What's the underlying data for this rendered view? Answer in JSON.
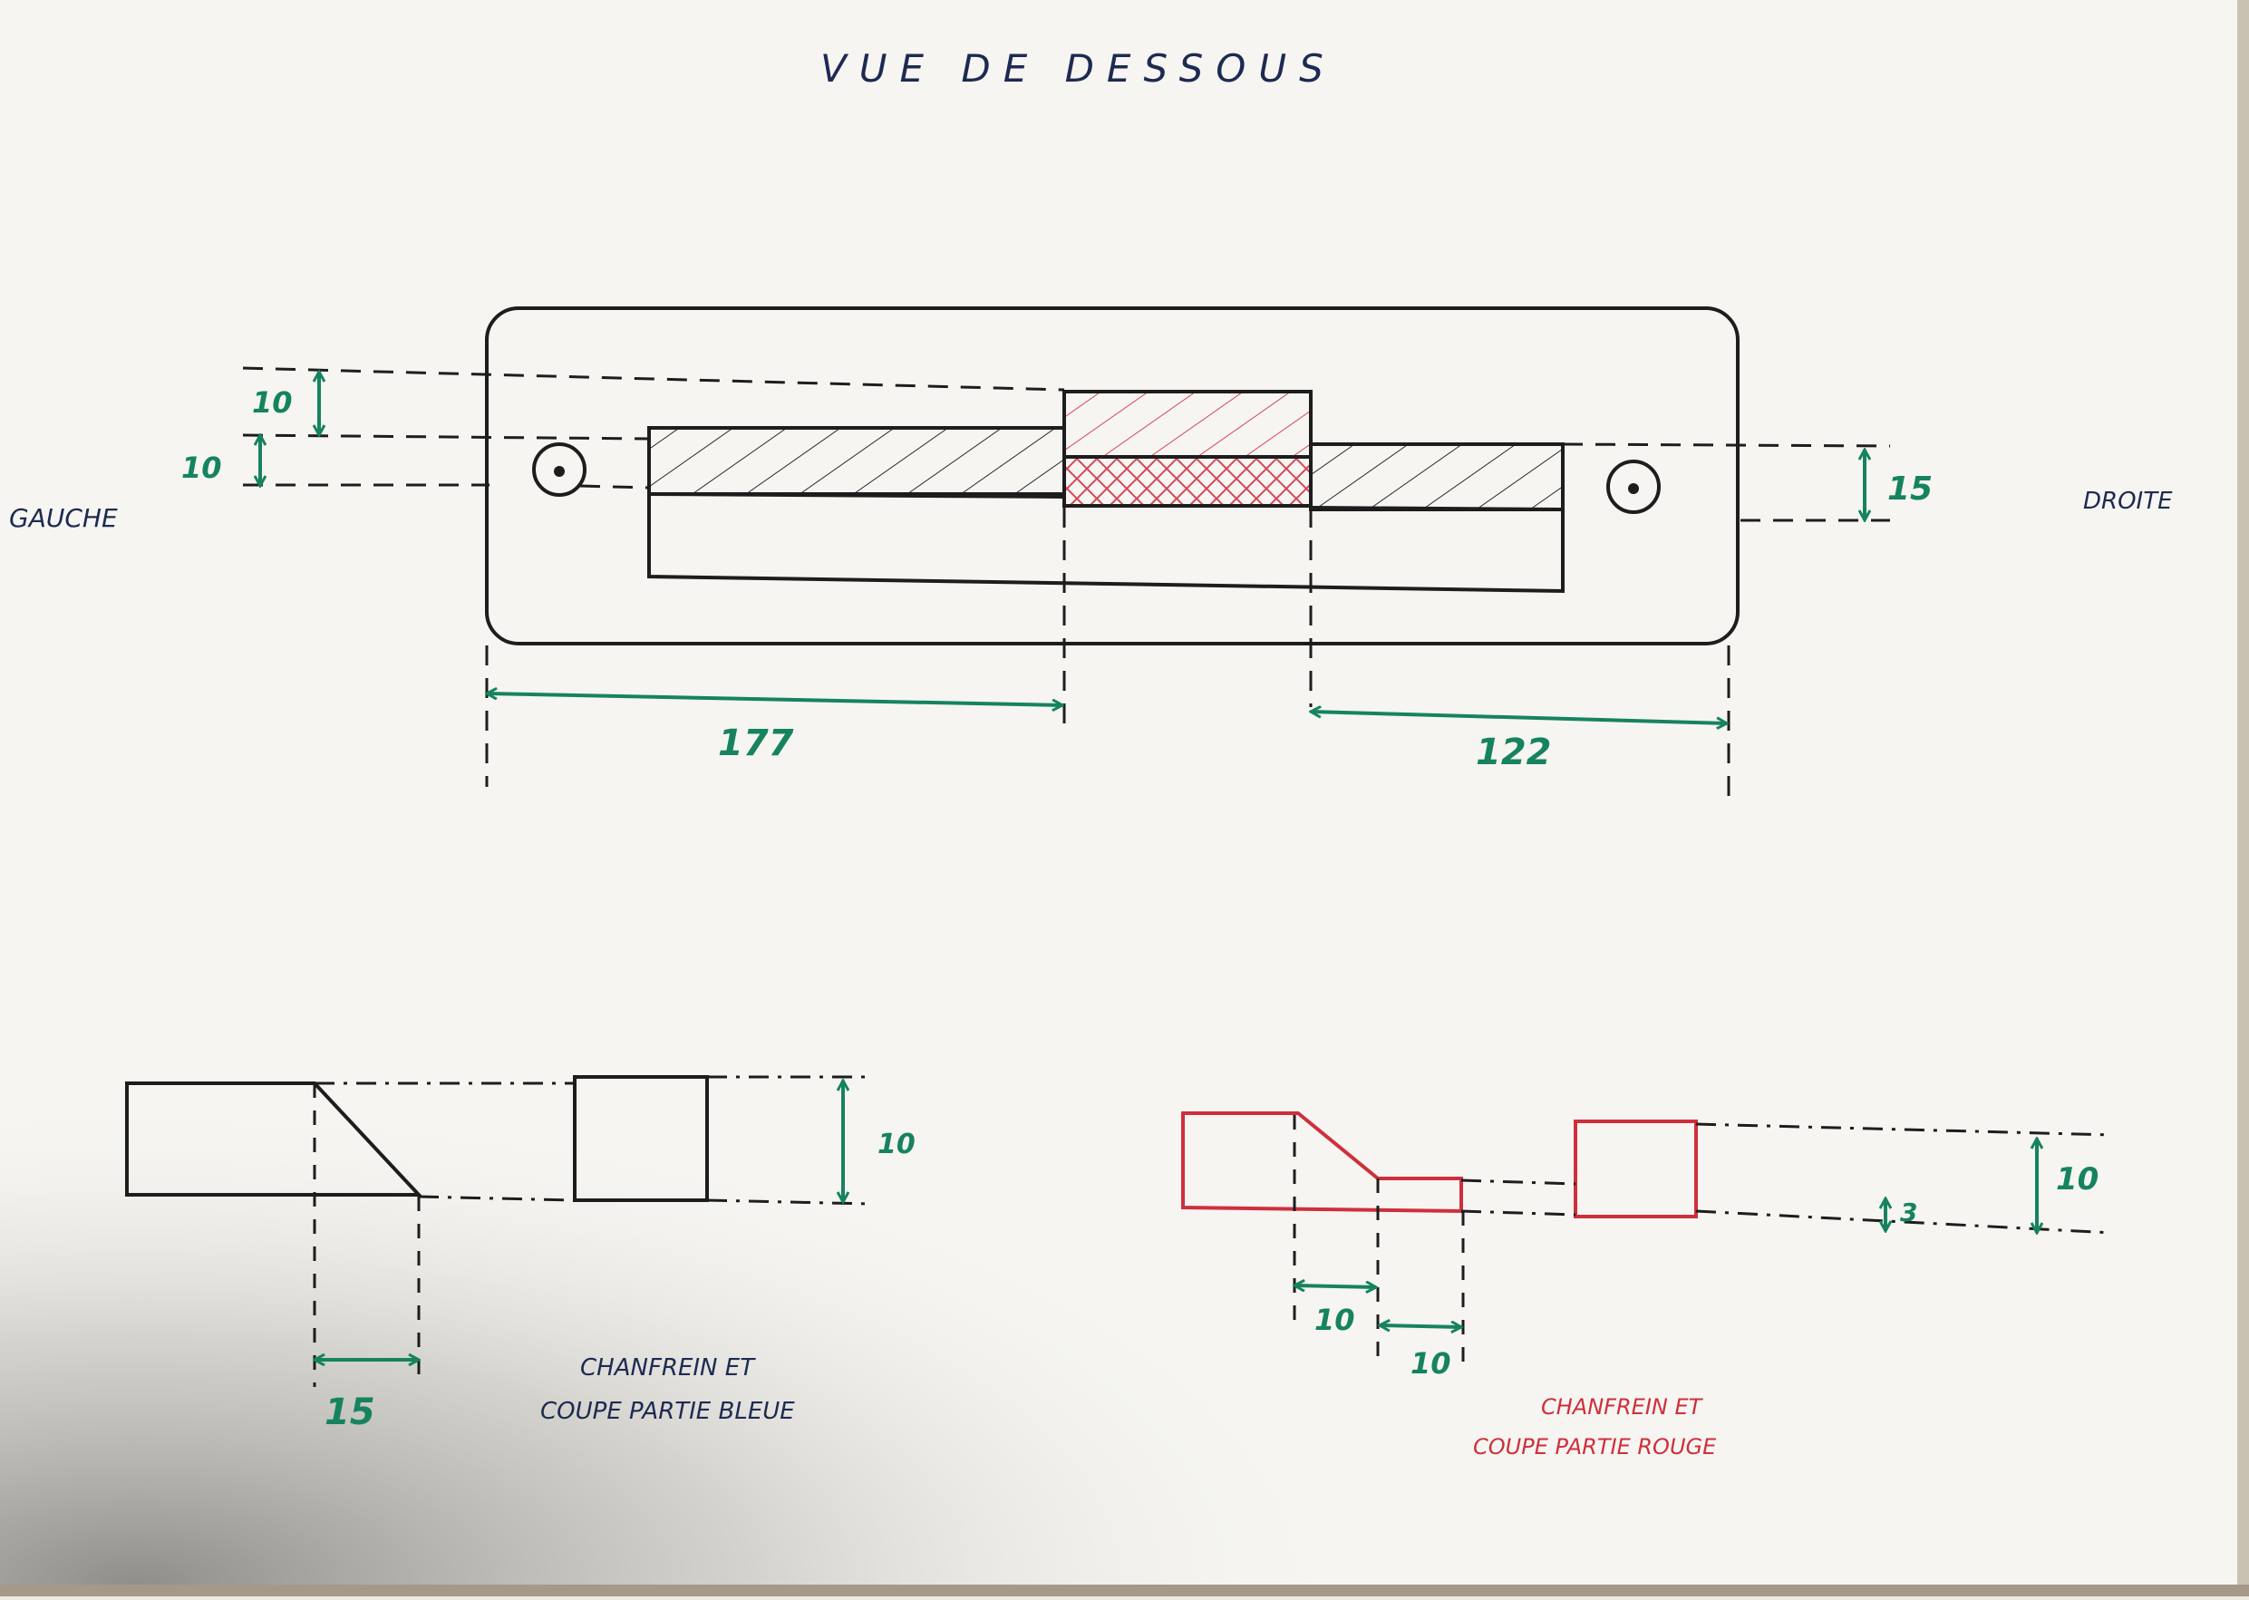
{
  "page": {
    "title": "VUE DE DESSOUS",
    "left_label": "GAUCHE",
    "right_label": "DROITE"
  },
  "top_view": {
    "dim_top_offset": "10",
    "dim_slot_height_left": "10",
    "dim_slot_height_right": "15",
    "dim_left_length": "177",
    "dim_right_length": "122"
  },
  "blue_section": {
    "caption_line1": "CHANFREIN ET",
    "caption_line2": "COUPE PARTIE BLEUE",
    "dim_height": "10",
    "dim_chamfer": "15"
  },
  "red_section": {
    "caption_line1": "CHANFREIN ET",
    "caption_line2": "COUPE PARTIE ROUGE",
    "dim_height": "10",
    "dim_step": "3",
    "dim_chamfer": "10",
    "dim_flat": "10"
  },
  "colors": {
    "paper": "#f6f5f1",
    "ink": "#1d2a52",
    "dimension": "#168360",
    "red_part": "#cf2f3c"
  }
}
